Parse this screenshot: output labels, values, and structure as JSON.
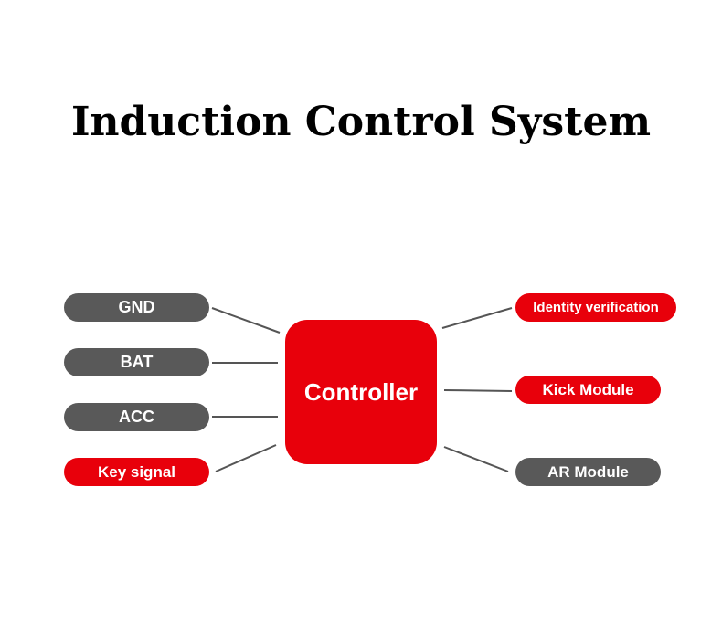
{
  "title": "Induction Control System",
  "controller": "Controller",
  "inputs": [
    "GND",
    "BAT",
    "ACC",
    "Key signal"
  ],
  "outputs": [
    "Identity verification",
    "Kick Module",
    "AR Module"
  ],
  "colors": {
    "red": "#e8000b",
    "gray": "#595959"
  }
}
